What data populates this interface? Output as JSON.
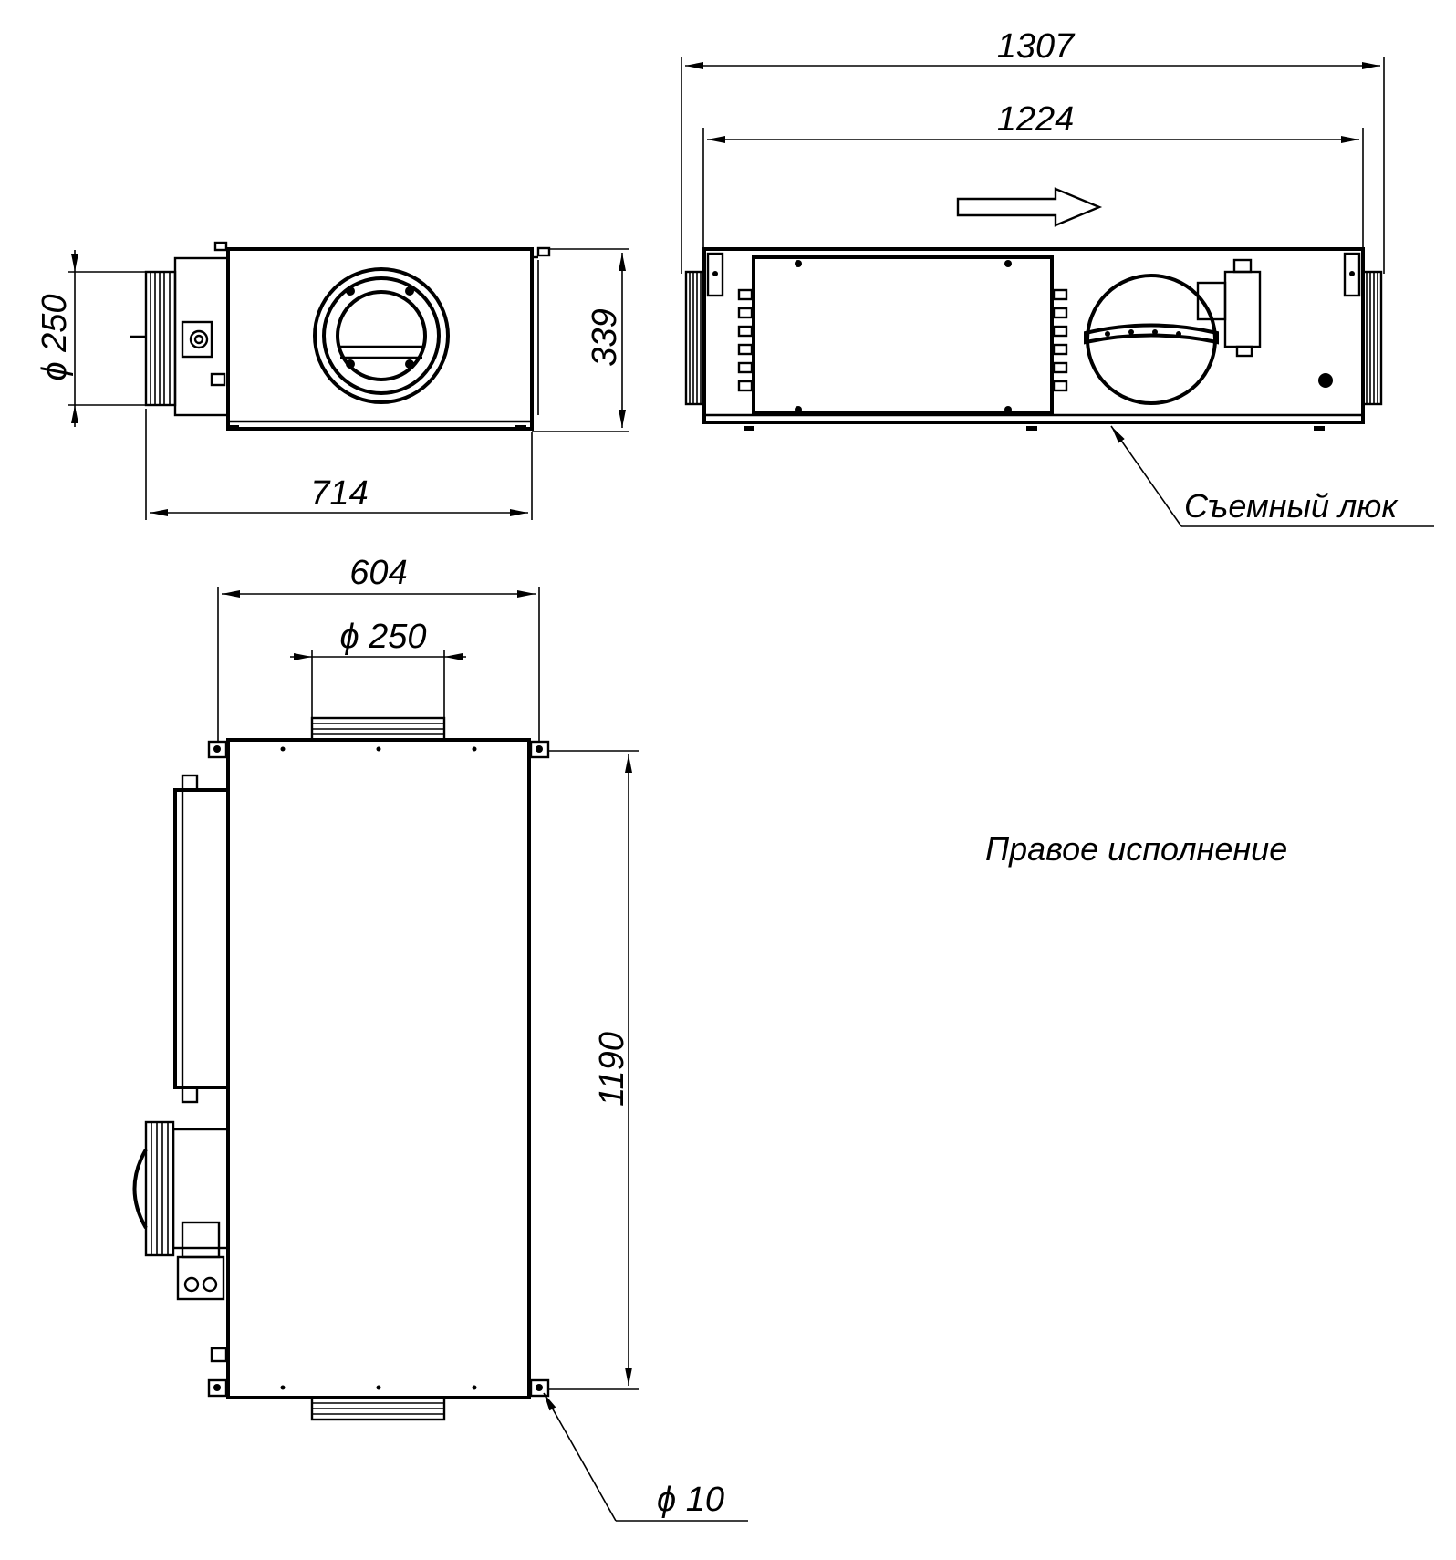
{
  "dimensions": {
    "overall_length": "1307",
    "body_length": "1224",
    "side_height": "339",
    "side_duct_diameter": "ϕ 250",
    "side_width": "714",
    "top_width": "604",
    "top_duct_diameter": "ϕ 250",
    "top_length": "1190",
    "hole_diameter": "ϕ 10"
  },
  "labels": {
    "removable_hatch": "Съемный люк",
    "version": "Правое исполнение"
  }
}
